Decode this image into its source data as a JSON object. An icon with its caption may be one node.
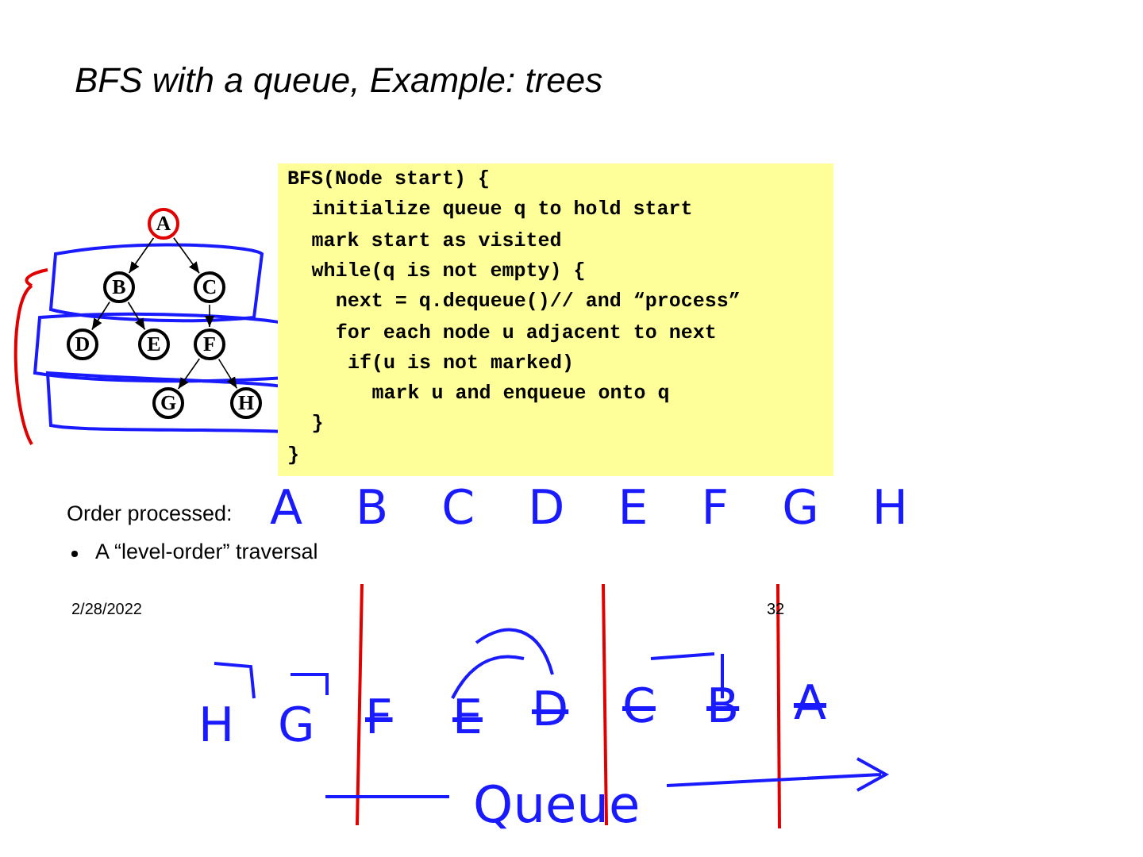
{
  "diagram": {
    "title": "BFS with a queue, Example: trees",
    "nodes": [
      {
        "text": [
          "A"
        ]
      },
      {
        "text": [
          "B"
        ]
      },
      {
        "text": [
          "C"
        ]
      },
      {
        "text": [
          "D"
        ]
      },
      {
        "text": [
          "E"
        ]
      },
      {
        "text": [
          "F"
        ]
      },
      {
        "text": [
          "G"
        ]
      },
      {
        "text": [
          "H"
        ]
      }
    ],
    "edges": [
      {
        "from": 0,
        "to": 1,
        "arrow": "to"
      },
      {
        "from": 0,
        "to": 2,
        "arrow": "to"
      },
      {
        "from": 1,
        "to": 3,
        "arrow": "to"
      },
      {
        "from": 1,
        "to": 4,
        "arrow": "to"
      },
      {
        "from": 2,
        "to": 5,
        "arrow": "to"
      },
      {
        "from": 5,
        "to": 6,
        "arrow": "to"
      },
      {
        "from": 5,
        "to": 7,
        "arrow": "to"
      }
    ],
    "labels": [
      "BFS(Node start) {",
      "initialize queue q to hold start",
      "mark start as visited",
      "while(q is not empty) {",
      "next = q.dequeue()// and “process”",
      "for each node u adjacent to next",
      "if(u is not marked)",
      "mark u and enqueue onto q",
      "}",
      "}",
      "Order processed:",
      "A B C D E F G H",
      "A “level-order” traversal",
      "2/28/2022",
      "32",
      "H",
      "G",
      "F",
      "E",
      "D",
      "C",
      "B",
      "A",
      "Queue"
    ]
  }
}
